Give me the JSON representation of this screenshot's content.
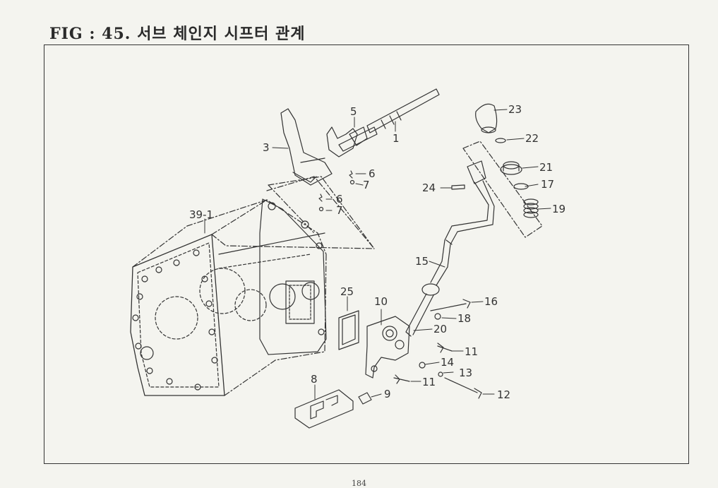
{
  "header": {
    "title": "FIG : 45. 서브 체인지 시프터 관계"
  },
  "footer": {
    "page_number": "184"
  },
  "callouts": {
    "c1": "1",
    "c3": "3",
    "c5": "5",
    "c6a": "6",
    "c7a": "7",
    "c6b": "6",
    "c7b": "7",
    "c8": "8",
    "c9": "9",
    "c10": "10",
    "c11a": "11",
    "c11b": "11",
    "c12": "12",
    "c13": "13",
    "c14": "14",
    "c15": "15",
    "c16": "16",
    "c17": "17",
    "c18": "18",
    "c19": "19",
    "c20": "20",
    "c21": "21",
    "c22": "22",
    "c23": "23",
    "c24": "24",
    "c25": "25",
    "c39_1": "39-1"
  }
}
